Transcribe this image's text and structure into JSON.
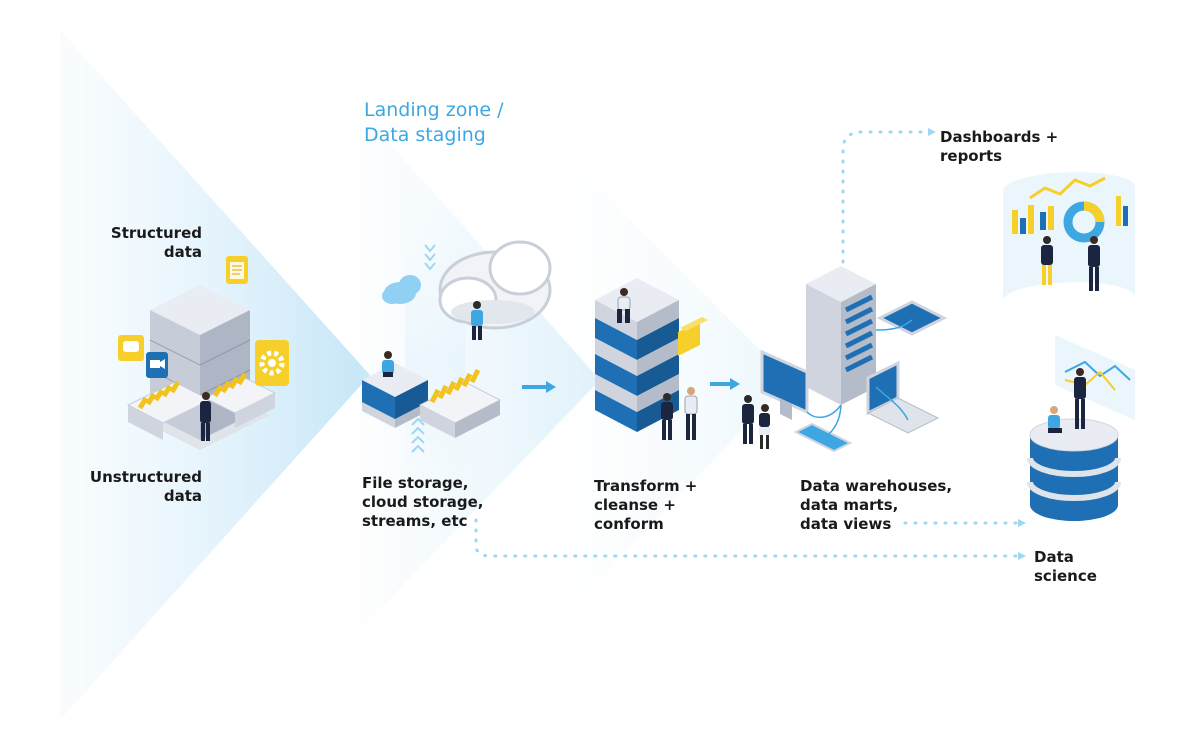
{
  "colors": {
    "accent": "#3ea7e2",
    "arrow": "#9fd6f4",
    "server_blue": "#1f6fb5",
    "server_grey": "#cfd4df",
    "folder_yellow": "#f6cf2a",
    "text": "#1a1a1a"
  },
  "stages": {
    "structured": "Structured\ndata",
    "unstructured": "Unstructured\ndata",
    "landing_zone": "Landing zone /\nData staging",
    "storage": "File storage,\ncloud storage,\nstreams, etc",
    "transform": "Transform +\ncleanse +\nconform",
    "warehouses": "Data warehouses,\ndata marts,\ndata views",
    "dashboards": "Dashboards +\nreports",
    "data_science": "Data\nscience"
  },
  "icons": [
    "document-icon",
    "chat-bubble-icon",
    "video-icon",
    "gear-icon",
    "cloud-icon",
    "folder-icon",
    "arrow-right-icon",
    "server-icon",
    "monitor-icon",
    "laptop-icon",
    "tablet-icon",
    "phone-icon",
    "database-icon",
    "pie-chart-icon",
    "bar-chart-icon",
    "person-icon"
  ]
}
